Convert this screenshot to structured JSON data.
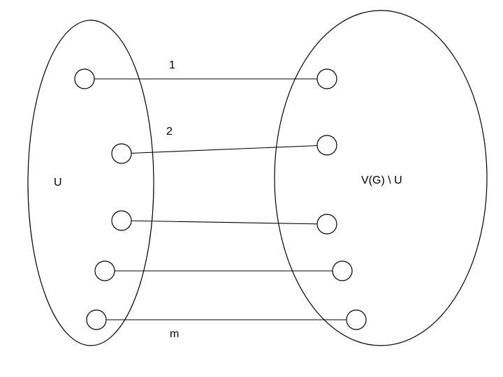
{
  "diagram": {
    "sets": {
      "left": {
        "label": "U"
      },
      "right": {
        "label": "V(G) \\ U"
      }
    },
    "edges": [
      {
        "id": "edge-1",
        "label": "1"
      },
      {
        "id": "edge-2",
        "label": "2"
      },
      {
        "id": "edge-3",
        "label": ""
      },
      {
        "id": "edge-4",
        "label": ""
      },
      {
        "id": "edge-m",
        "label": "m"
      }
    ],
    "colors": {
      "stroke": "#000000",
      "background": "#ffffff"
    }
  }
}
